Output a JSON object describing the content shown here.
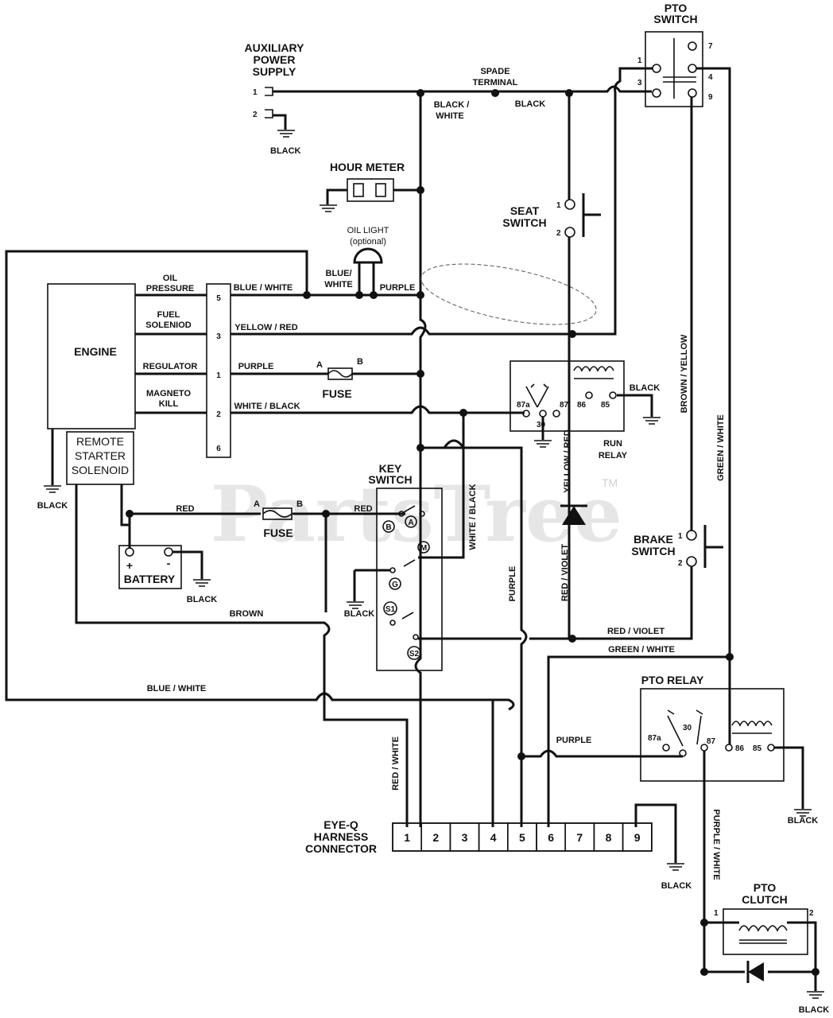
{
  "watermark": {
    "text": "PartsTree",
    "tm": "TM"
  },
  "components": {
    "aux_power": {
      "title_l1": "AUXILIARY",
      "title_l2": "POWER",
      "title_l3": "SUPPLY",
      "pin1": "1",
      "pin2": "2",
      "ground": "BLACK"
    },
    "pto_switch": {
      "title_l1": "PTO",
      "title_l2": "SWITCH",
      "pins": [
        "1",
        "3",
        "7",
        "4",
        "9"
      ]
    },
    "hour_meter": {
      "title": "HOUR METER"
    },
    "oil_light": {
      "title": "OIL LIGHT",
      "note": "(optional)"
    },
    "seat_switch": {
      "title_l1": "SEAT",
      "title_l2": "SWITCH",
      "pin1": "1",
      "pin2": "2"
    },
    "engine": {
      "title": "ENGINE",
      "ground": "BLACK"
    },
    "engine_terminals": [
      {
        "name_l1": "OIL",
        "name_l2": "PRESSURE",
        "pin": "5",
        "wire": "BLUE / WHITE"
      },
      {
        "name_l1": "FUEL",
        "name_l2": "SOLENIOD",
        "pin": "3",
        "wire": "YELLOW / RED"
      },
      {
        "name_l1": "REGULATOR",
        "name_l2": "",
        "pin": "1",
        "wire": "PURPLE"
      },
      {
        "name_l1": "MAGNETO",
        "name_l2": "KILL",
        "pin": "2",
        "wire": "WHITE / BLACK"
      },
      {
        "name_l1": "",
        "name_l2": "",
        "pin": "6",
        "wire": ""
      }
    ],
    "starter": {
      "l1": "REMOTE",
      "l2": "STARTER",
      "l3": "SOLENOID"
    },
    "fuse1": {
      "title": "FUSE",
      "a": "A",
      "b": "B"
    },
    "fuse2": {
      "title": "FUSE",
      "a": "A",
      "b": "B"
    },
    "run_relay": {
      "l1": "RUN",
      "l2": "RELAY",
      "pins": [
        "87a",
        "30",
        "87",
        "86",
        "85"
      ],
      "ground": "BLACK"
    },
    "battery": {
      "title": "BATTERY",
      "plus": "+",
      "minus": "-",
      "ground": "BLACK"
    },
    "key_switch": {
      "title_l1": "KEY",
      "title_l2": "SWITCH",
      "terminals": [
        "A",
        "B",
        "M",
        "G",
        "S1",
        "S2"
      ],
      "ground": "BLACK"
    },
    "brake_switch": {
      "title_l1": "BRAKE",
      "title_l2": "SWITCH",
      "pin1": "1",
      "pin2": "2"
    },
    "pto_relay": {
      "title": "PTO RELAY",
      "pins": [
        "87a",
        "30",
        "87",
        "86",
        "85"
      ],
      "ground": "BLACK"
    },
    "harness": {
      "l1": "EYE-Q",
      "l2": "HARNESS",
      "l3": "CONNECTOR",
      "pins": [
        "1",
        "2",
        "3",
        "4",
        "5",
        "6",
        "7",
        "8",
        "9"
      ],
      "ground": "BLACK"
    },
    "pto_clutch": {
      "title_l1": "PTO",
      "title_l2": "CLUTCH",
      "pin1": "1",
      "pin2": "2",
      "ground": "BLACK"
    }
  },
  "wire_labels": {
    "spade_l1": "SPADE",
    "spade_l2": "TERMINAL",
    "black_white_l1": "BLACK /",
    "black_white_l2": "WHITE",
    "black": "BLACK",
    "blue_white_split_l1": "BLUE/",
    "blue_white_split_l2": "WHITE",
    "purple": "PURPLE",
    "brown_yellow": "BROWN / YELLOW",
    "green_white_v": "GREEN / WHITE",
    "yellow_red_v": "YELLOW / RED",
    "red_violet_v": "RED / VIOLET",
    "white_black_v": "WHITE / BLACK",
    "purple_v": "PURPLE",
    "red1": "RED",
    "red2": "RED",
    "brown": "BROWN",
    "red_violet_h": "RED / VIOLET",
    "green_white_h": "GREEN / WHITE",
    "blue_white_h": "BLUE / WHITE",
    "purple_pto": "PURPLE",
    "red_white_v": "RED / WHITE",
    "purple_white_v": "PURPLE / WHITE"
  }
}
